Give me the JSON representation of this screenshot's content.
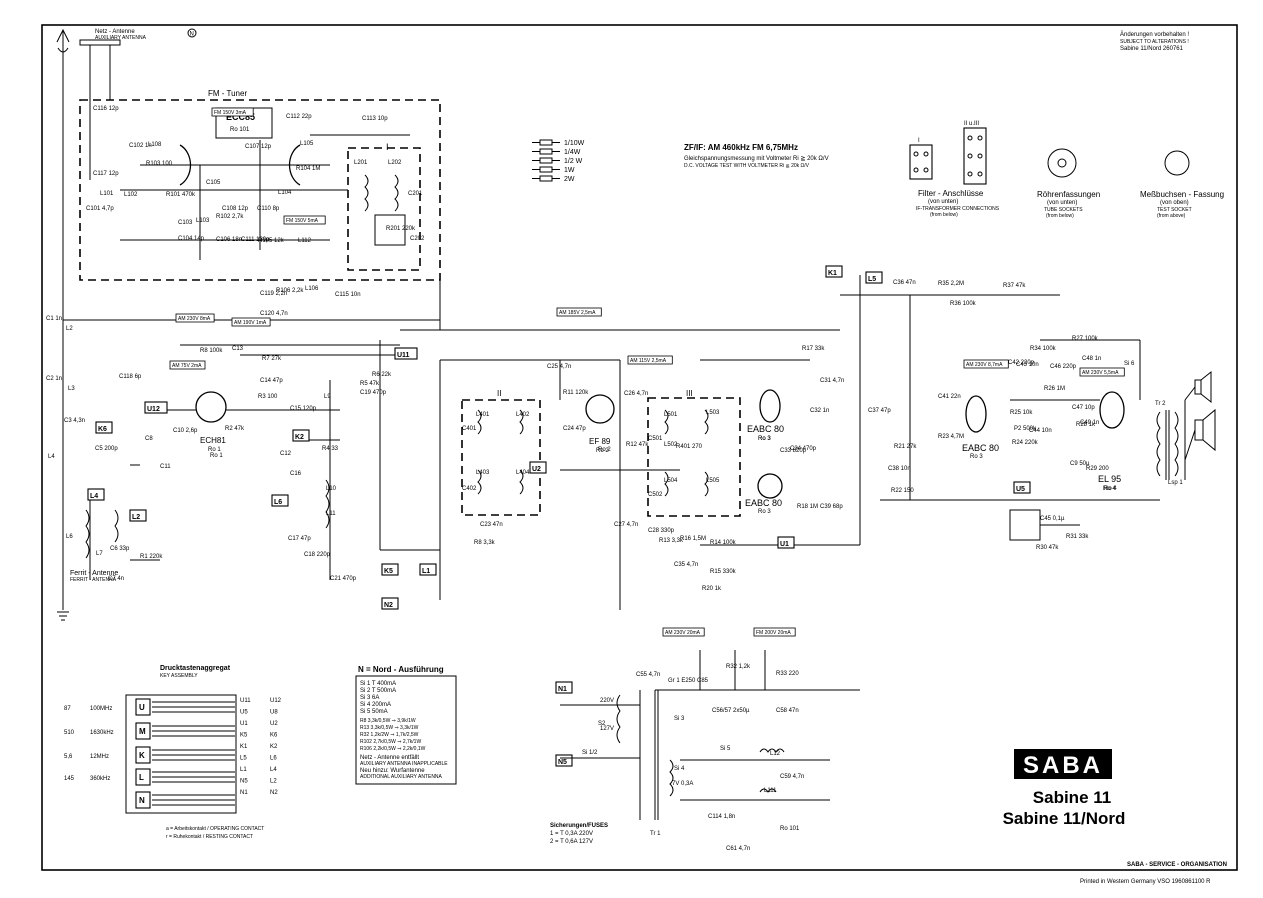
{
  "header": {
    "notice_de": "Änderungen vorbehalten !",
    "notice_en": "SUBJECT TO ALTERATIONS !",
    "model_ref": "Sabine 11/Nord 260761"
  },
  "antenna": {
    "label_de": "Netz - Antenne",
    "label_en": "AUXILIARY ANTENNA",
    "nord_marker": "N"
  },
  "fm_tuner": {
    "title": "FM - Tuner",
    "tube_type": "ECC85",
    "tube_ref": "Ro 101",
    "if_filter_label": "I"
  },
  "legend": {
    "resistor_ratings": [
      "1/10W",
      "1/4W",
      "1/2 W",
      "1W",
      "2W"
    ],
    "if_line": "ZF/IF: AM 460kHz   FM 6,75MHz",
    "measure_de": "Gleichspannungsmessung mit Voltmeter Ri ≧ 20k Ω/V",
    "measure_en": "D.C. VOLTAGE TEST WITH VOLTMETER Ri ≧ 20k Ω/V"
  },
  "connectors": {
    "filter_title": "Filter - Anschlüsse",
    "filter_sub_de": "(von unten)",
    "filter_sub_en": "IF-TRANSFORMER CONNECTIONS",
    "filter_sub_en2": "(from below)",
    "filter_label_1": "I",
    "filter_label_2": "II u.III",
    "tube_title": "Röhrenfassungen",
    "tube_sub_de": "(von unten)",
    "tube_sub_en": "TUBE SOCKETS",
    "tube_sub_en2": "(from below)",
    "test_title": "Meßbuchsen - Fassung",
    "test_sub_de": "(von oben)",
    "test_sub_en": "TEST SOCKET",
    "test_sub_en2": "(from above)"
  },
  "tubes": [
    {
      "type": "ECH81",
      "ref": "Ro 1"
    },
    {
      "type": "EF 89",
      "ref": "Ro 2"
    },
    {
      "type": "EABC 80",
      "ref": "Ro 3"
    },
    {
      "type": "EABC 80",
      "ref": "Ro 3"
    },
    {
      "type": "EABC 80",
      "ref": "Ro 3"
    },
    {
      "type": "EL 95",
      "ref": "Ro 4"
    }
  ],
  "filters": {
    "ii": "II",
    "iii": "III"
  },
  "ferrite": {
    "label_de": "Ferrit - Antenne",
    "label_en": "FERRIT - ANTENNA"
  },
  "switch_labels": [
    "K6",
    "L4",
    "L2",
    "U12",
    "K2",
    "L6",
    "K5",
    "L1",
    "N2",
    "U11",
    "U2",
    "U1",
    "K1",
    "L5",
    "U5",
    "N1",
    "N5"
  ],
  "components": [
    "C116 12p",
    "C117 12p",
    "C101 4,7p",
    "L101",
    "C102 1n",
    "L108",
    "R103 100",
    "C103",
    "C104 14p",
    "R101 470k",
    "L102",
    "L103",
    "C105",
    "C106 18n",
    "R102 2,7k",
    "C108 12p",
    "C107 12p",
    "C110 8p",
    "C111 130p",
    "R105 12k",
    "L112",
    "C112 22p",
    "L105",
    "C113 10p",
    "L104",
    "R104 1M",
    "L201",
    "L202",
    "R201 220k",
    "C201",
    "C202",
    "C119 2,2n",
    "R106 2,2k",
    "L106",
    "C115 10n",
    "C120 4,7n",
    "C1 1n",
    "L2",
    "L3",
    "C2 1n",
    "C3 4,3n",
    "L4",
    "C5 200p",
    "C8",
    "C118 6p",
    "R8 100k",
    "C13",
    "R7 27k",
    "C14 47p",
    "R3 100",
    "R2 47k",
    "C10 2,6p",
    "C11",
    "C12",
    "C15 120p",
    "L9",
    "R4 33",
    "C16",
    "L10",
    "L11",
    "C17 47p",
    "C18 220p",
    "C21 470p",
    "L6",
    "L7",
    "C6 33p",
    "R1 220k",
    "C7 4n",
    "R5 47k",
    "C19 470p",
    "R6 22k",
    "L401",
    "L402",
    "L403",
    "L404",
    "C401",
    "C402",
    "R8 3,3k",
    "C23 47n",
    "C25 4,7n",
    "R11 120k",
    "C24 47p",
    "C26 4,7n",
    "R12 47k",
    "C27 4,7n",
    "C28 330p",
    "R13 3,3k",
    "R16 1,5M",
    "C35 4,7n",
    "R20 1k",
    "L501",
    "L502",
    "L503",
    "L504",
    "L505",
    "R401 270",
    "C501",
    "C502",
    "R14 100k",
    "R15 330k",
    "R17 33k",
    "C31 4,7n",
    "C32 1n",
    "C33 820p",
    "C34 470p",
    "R18 1M",
    "C39 68p",
    "R35 2,2M",
    "C36 47n",
    "R36 100k",
    "R37 47k",
    "C37 47p",
    "C41 22n",
    "C42 220p",
    "C43 10n",
    "R34 100k",
    "R21 27k",
    "R22 150",
    "C38 10n",
    "R23 4,7M",
    "R24 220k",
    "R25 10k",
    "P2 500k",
    "R26 1M",
    "C44 10n",
    "C46 220p",
    "R27 100k",
    "C48 1n",
    "C47 10p",
    "R28 1k",
    "C49 1n",
    "C9 50µ",
    "R29 200",
    "C45 0,1µ",
    "R30 47k",
    "R31 33k",
    "Si 6",
    "Tr 2",
    "Lsp 1",
    "C55 4,7n",
    "Gr 1 E250 C85",
    "C56/57 2x50µ",
    "R32 1,2k",
    "R33 220",
    "C58 47n",
    "L12",
    "C59 4,7n",
    "L111",
    "C114 1,8n",
    "C61 4,7n",
    "Si 1/2",
    "Si 3",
    "Si 4",
    "Si 5",
    "220V",
    "127V",
    "S2",
    "Tr 1",
    "7V 0,3A",
    "Ro 1",
    "Ro 2",
    "Ro 3",
    "Ro 4",
    "Ro 101"
  ],
  "annotations": {
    "v1": "FM 150V  3mA",
    "v2": "FM 150V  5mA",
    "v3": "AM 230V 8mA",
    "v4": "AM 190V 1mA",
    "v5": "AM 75V 2mA",
    "v6": "AM 185V 2,5mA",
    "v7": "AM 115V 2,5mA",
    "v8": "AM 230V 8,7mA",
    "v9": "AM 230V 5,5mA",
    "v10": "AM 230V 20mA",
    "v11": "FM 200V 20mA"
  },
  "key_assembly": {
    "title_de": "Drucktastenaggregat",
    "title_en": "KEY ASSEMBLY",
    "rows": [
      {
        "range": "87",
        "freq": "100MHz",
        "key": "U"
      },
      {
        "range": "510",
        "freq": "1630kHz",
        "key": "M"
      },
      {
        "range": "5,6",
        "freq": "12MHz",
        "key": "K"
      },
      {
        "range": "145",
        "freq": "360kHz",
        "key": "L"
      },
      {
        "range": "",
        "freq": "",
        "key": "N"
      }
    ],
    "right_labels_a": [
      "U11",
      "U5",
      "U1",
      "K5",
      "K1",
      "L5",
      "L1",
      "N5",
      "N1"
    ],
    "right_labels_b": [
      "U12",
      "U8",
      "U2",
      "K6",
      "K2",
      "L6",
      "L4",
      "L2",
      "N2"
    ],
    "contact_a": "a = Arbeitskontakt / OPERATING CONTACT",
    "contact_r": "r = Ruhekontakt / RESTING CONTACT"
  },
  "nord": {
    "title": "N = Nord - Ausführung",
    "fuses": [
      "Si 1   T 400mA",
      "Si 2   T 500mA",
      "Si 3   6A",
      "Si 4   200mA",
      "Si 5   50mA"
    ],
    "changes": [
      "R8     3,3k/0,5W  ⇒  3,9k/1W",
      "R13    3,3k/0,5W  ⇒  3,3k/1W",
      "R32    1,2k/2W  ⇒  1,7k/2,5W",
      "R102   2,7k/0,5W  ⇒  2,7k/1W",
      "R106   2,2k/0,5W  ⇒  2,2k/0,1W"
    ],
    "note1_de": "Netz - Antenne entfällt",
    "note1_en": "AUXILIARY ANTENNA INAPPLICABLE",
    "note2_de": "Neu hinzu: Wurfantenne",
    "note2_en": "ADDITIONAL AUXILIARY ANTENNA"
  },
  "fuses": {
    "title": "Sicherungen/FUSES",
    "line1": "1 = T 0,3A   220V",
    "line2": "2 = T 0,6A   127V"
  },
  "brand": {
    "logo": "SABA",
    "model_1": "Sabine 11",
    "model_2": "Sabine 11/Nord"
  },
  "footer": {
    "org": "SABA - SERVICE - ORGANISATION",
    "printed": "Printed in Western Germany VSO 1960861100 R"
  },
  "colors": {
    "ink": "#000000",
    "paper": "#ffffff"
  }
}
